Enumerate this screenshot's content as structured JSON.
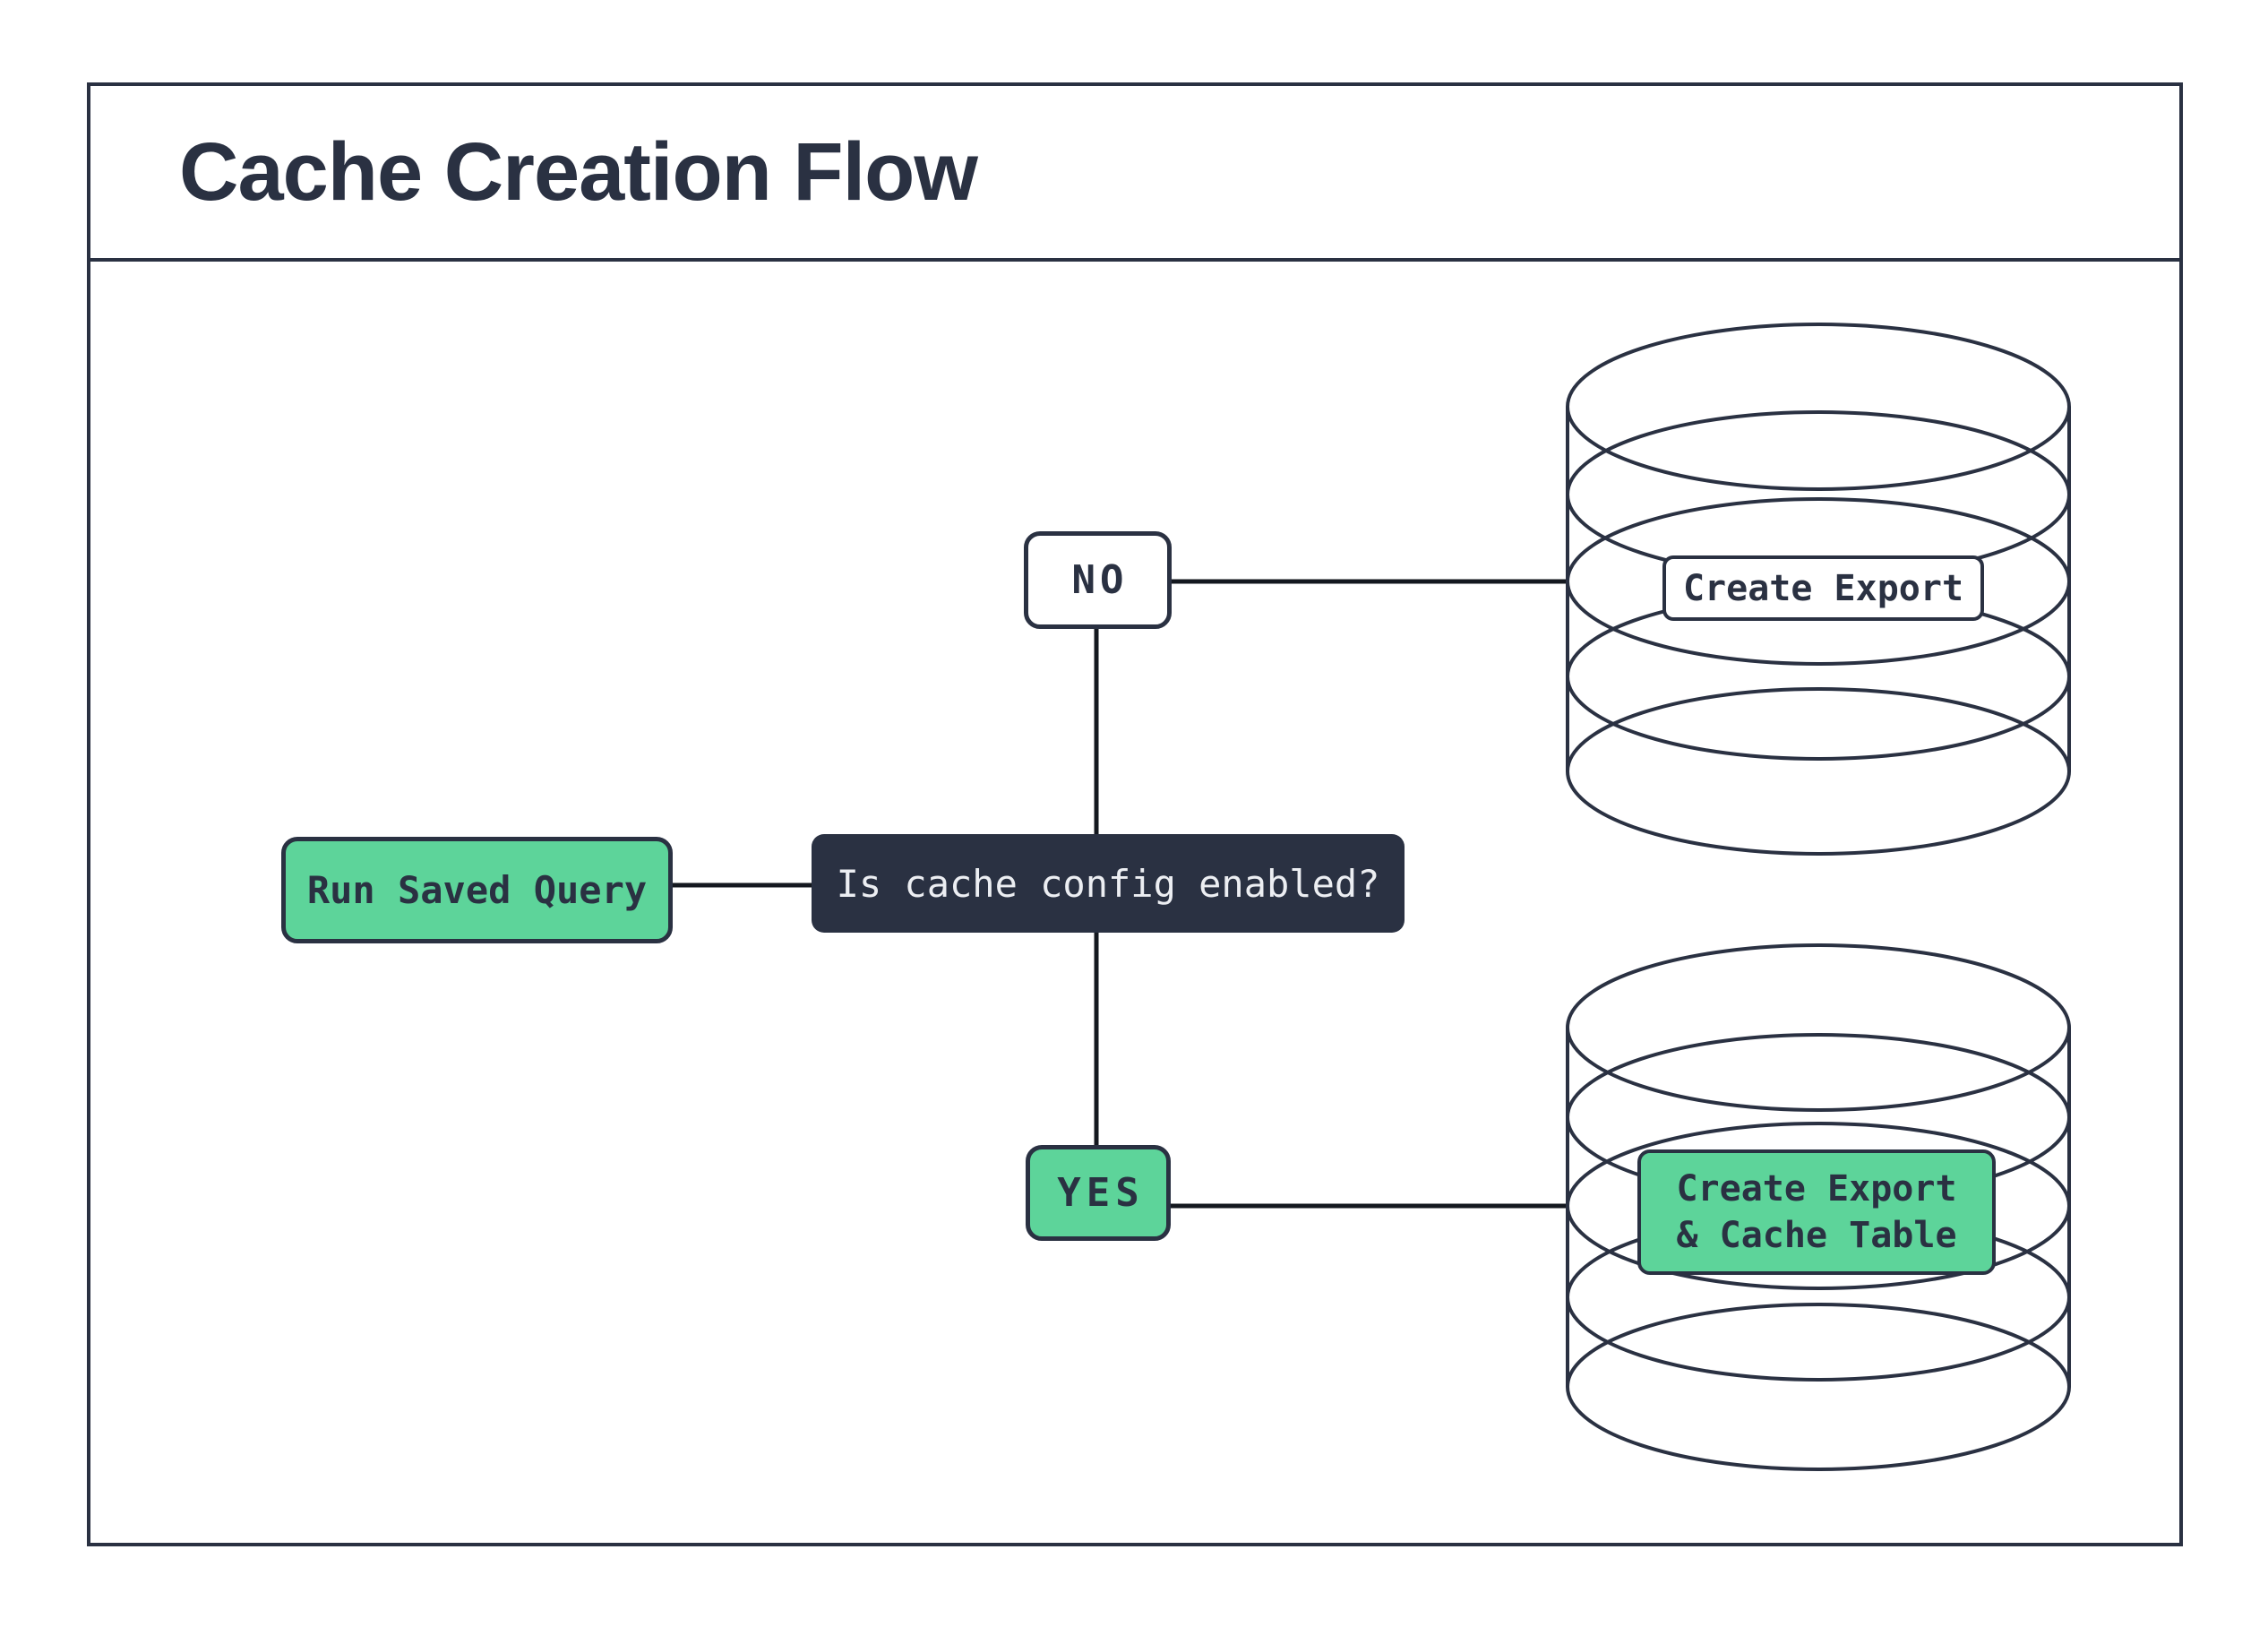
{
  "title": "Cache Creation Flow",
  "colors": {
    "navy": "#2a3142",
    "green": "#5dd49a",
    "line": "#14181f",
    "light_text": "#eceef2",
    "background": "#ffffff"
  },
  "nodes": {
    "run_saved_query": {
      "label": "Run Saved Query"
    },
    "decision": {
      "label": "Is cache config enabled?"
    },
    "no_branch": {
      "label": "NO"
    },
    "yes_branch": {
      "label": "YES"
    },
    "export_db": {
      "label": "Create Export"
    },
    "export_cache_db": {
      "line1": "Create Export",
      "line2": "& Cache Table"
    }
  }
}
